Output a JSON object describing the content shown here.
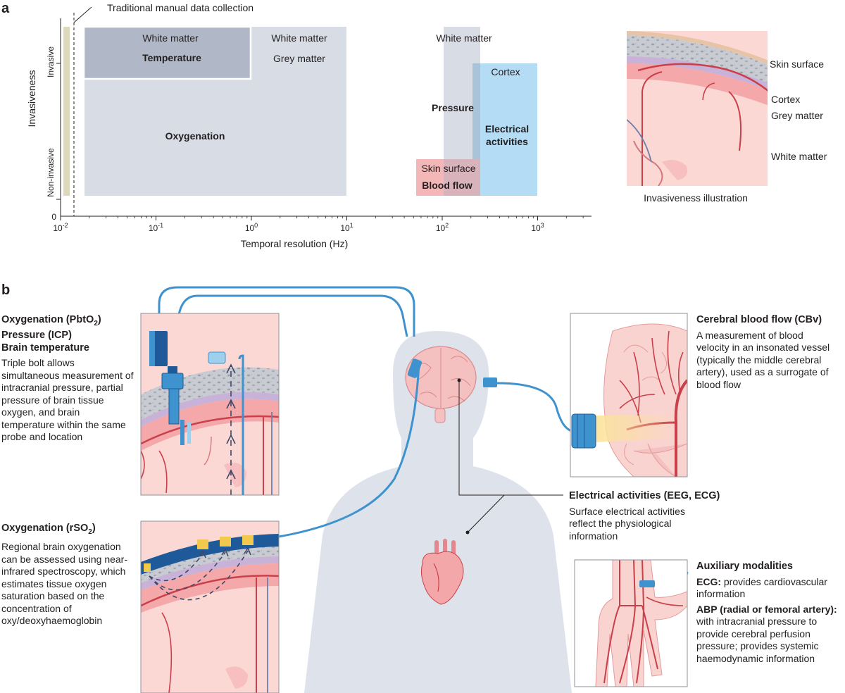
{
  "panel_a": {
    "label": "a",
    "y_axis": {
      "label": "Invasiveness",
      "top_label": "Invasive",
      "bottom_label": "Non-invasive"
    },
    "x_axis": {
      "label": "Temporal resolution (Hz)",
      "scale": "log",
      "ticks": [
        "-2",
        "-1",
        "0",
        "1",
        "2",
        "3"
      ],
      "base": "10"
    },
    "manual_annotation": "Traditional manual data collection",
    "regions": {
      "temperature": {
        "tissue": "White matter",
        "name": "Temperature"
      },
      "oxygenation": {
        "tissue_top": "White matter",
        "tissue_bottom": "Grey matter",
        "name": "Oxygenation"
      },
      "pressure": {
        "tissue": "White matter",
        "name": "Pressure"
      },
      "electrical": {
        "tissue": "Cortex",
        "name_line1": "Electrical",
        "name_line2": "activities"
      },
      "blood_flow": {
        "tissue": "Skin surface",
        "name": "Blood flow"
      }
    },
    "illustration": {
      "caption": "Invasiveness illustration",
      "labels": [
        "Skin surface",
        "Cortex",
        "Grey matter",
        "White matter"
      ]
    }
  },
  "panel_b": {
    "label": "b",
    "triple_bolt": {
      "title_line1_prefix": "Oxygenation (PbtO",
      "title_line1_sub": "2",
      "title_line1_suffix": ")",
      "title_line2": "Pressure (ICP)",
      "title_line3": "Brain temperature",
      "body": "Triple bolt allows simultaneous measurement of intracranial pressure, partial pressure of brain tissue oxygen, and brain temperature within the same probe and location"
    },
    "nirs": {
      "title_prefix": "Oxygenation (rSO",
      "title_sub": "2",
      "title_suffix": ")",
      "body": "Regional brain oxygenation can be assessed using near-infrared spectroscopy, which estimates tissue oxygen saturation based on the concentration of oxy/deoxyhaemoglobin"
    },
    "cbv": {
      "title": "Cerebral blood flow (CBv)",
      "body": "A measurement of blood velocity in an insonated vessel (typically the middle cerebral artery), used as a surrogate of blood flow"
    },
    "eeg": {
      "title": "Electrical activities (EEG, ECG)",
      "body": "Surface electrical activities reflect the physiological information"
    },
    "auxiliary": {
      "title": "Auxiliary modalities",
      "ecg_label": "ECG:",
      "ecg_body": " provides cardiovascular information",
      "abp_label": "ABP (radial or femoral artery):",
      "abp_body": " with intracranial pressure to provide cerebral perfusion pressure; provides systemic haemodynamic information"
    }
  },
  "colors": {
    "region_grey": "#d7dce5",
    "region_dark": "#b0b8c8",
    "region_blue": "#b4dcf4",
    "region_pink": "#f4b7b8",
    "manual_band": "#dcd9bf",
    "cable_blue": "#3e93cf",
    "silhouette": "#dee2ea",
    "tissue_pink": "#fbd8d4",
    "vessel_red": "#c9404a"
  }
}
